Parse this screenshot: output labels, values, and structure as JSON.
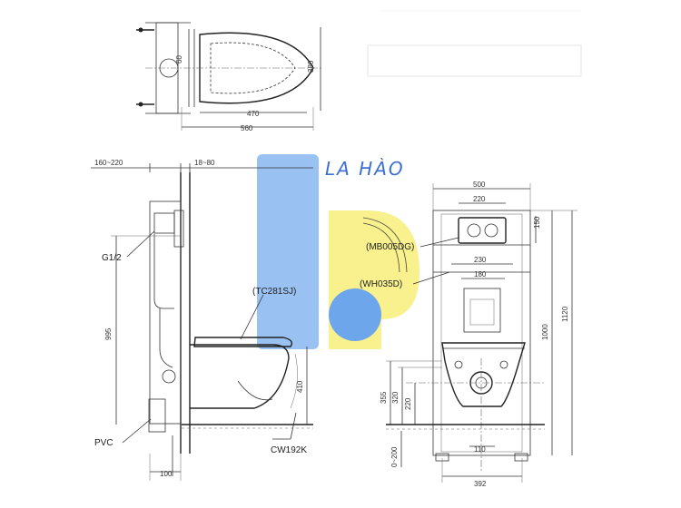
{
  "watermark": {
    "text": "LA HÀO",
    "colors": {
      "blue": "#6ea6ec",
      "yellow": "#f7ef7a",
      "text": "#3b6fd6"
    }
  },
  "top_view": {
    "dims": {
      "inner_width": "470",
      "outer_width": "560",
      "height": "380",
      "small": "60"
    }
  },
  "side_view": {
    "dims": {
      "top_left": "160~220",
      "top_right": "18~80",
      "height": "995",
      "seat_height": "410",
      "base": "100"
    },
    "labels": {
      "inlet": "G1/2",
      "pipe": "PVC",
      "seat": "(TC281SJ)",
      "bowl": "CW192K"
    }
  },
  "front_view": {
    "dims": {
      "width": "500",
      "plate": "220",
      "plate_h": "150",
      "w230": "230",
      "w180": "180",
      "h1000": "1000",
      "h1120": "1120",
      "h355": "355",
      "h320": "320",
      "h220": "220",
      "h0_200": "0~200",
      "w110": "110",
      "w392": "392"
    },
    "labels": {
      "flush_plate": "(MB005DG)",
      "frame": "(WH035D)"
    }
  }
}
